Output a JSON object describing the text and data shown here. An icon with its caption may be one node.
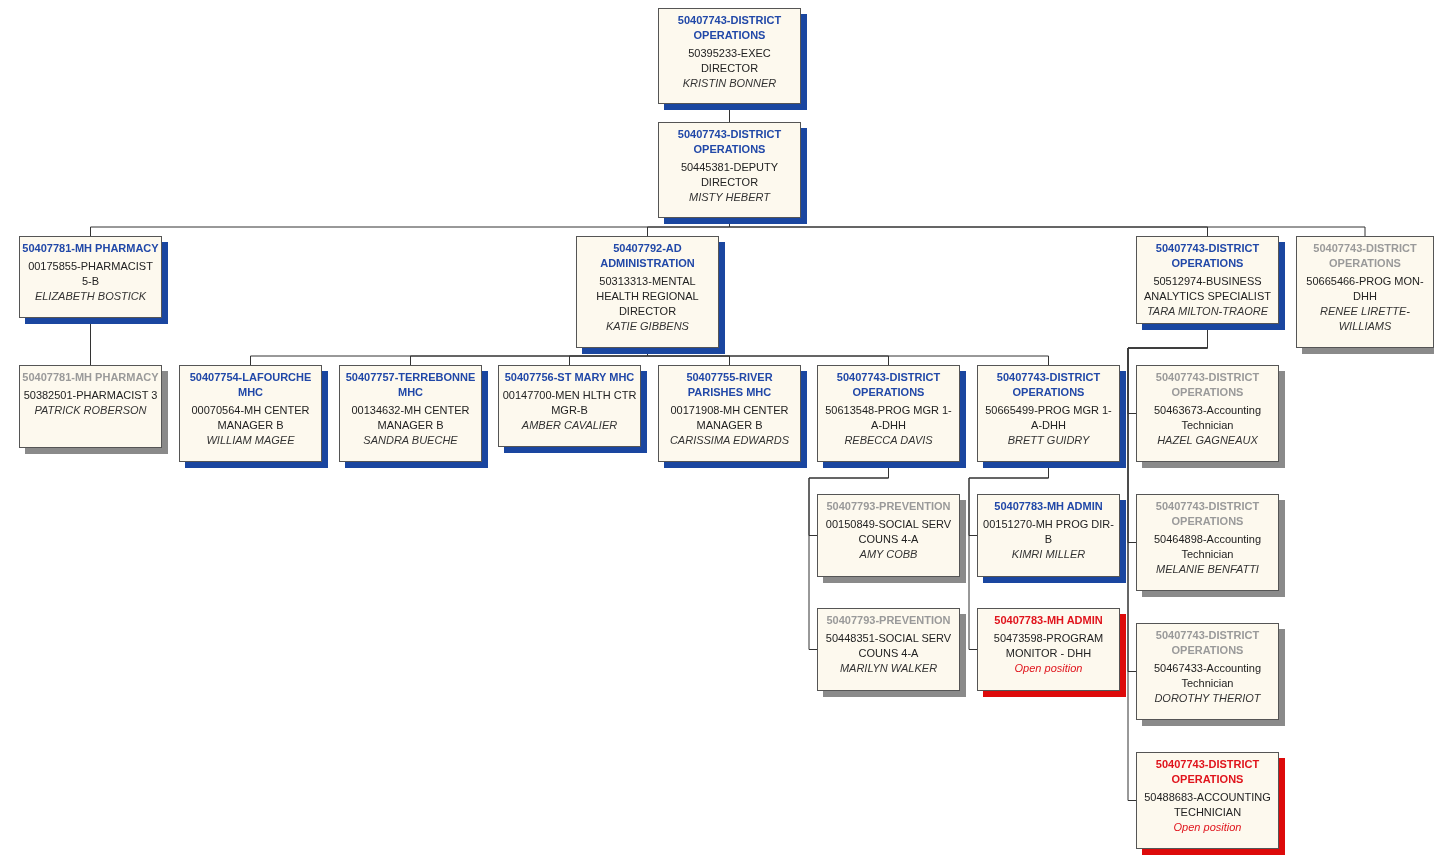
{
  "diagram": {
    "nodes": [
      {
        "text": [
          "50407743-DISTRICT OPERATIONS",
          "50395233-EXEC DIRECTOR",
          "KRISTIN BONNER"
        ]
      },
      {
        "text": [
          "50407743-DISTRICT OPERATIONS",
          "50445381-DEPUTY DIRECTOR",
          "MISTY HEBERT"
        ]
      },
      {
        "text": [
          "50407781-MH PHARMACY",
          "00175855-PHARMACIST 5-B",
          "ELIZABETH BOSTICK"
        ]
      },
      {
        "text": [
          "50407792-AD ADMINISTRATION",
          "50313313-MENTAL HEALTH REGIONAL DIRECTOR",
          "KATIE GIBBENS"
        ]
      },
      {
        "text": [
          "50407743-DISTRICT OPERATIONS",
          "50512974-BUSINESS ANALYTICS SPECIALIST",
          "TARA MILTON-TRAORE"
        ]
      },
      {
        "text": [
          "50407743-DISTRICT OPERATIONS",
          "50665466-PROG MON-DHH",
          "RENEE LIRETTE-WILLIAMS"
        ]
      },
      {
        "text": [
          "50407781-MH PHARMACY",
          "50382501-PHARMACIST 3",
          "PATRICK ROBERSON"
        ]
      },
      {
        "text": [
          "50407754-LAFOURCHE MHC",
          "00070564-MH CENTER MANAGER B",
          "WILLIAM MAGEE"
        ]
      },
      {
        "text": [
          "50407757-TERREBONNE MHC",
          "00134632-MH CENTER MANAGER B",
          "SANDRA BUECHE"
        ]
      },
      {
        "text": [
          "50407756-ST MARY MHC",
          "00147700-MEN HLTH CTR MGR-B",
          "AMBER CAVALIER"
        ]
      },
      {
        "text": [
          "50407755-RIVER PARISHES MHC",
          "00171908-MH CENTER MANAGER B",
          "CARISSIMA EDWARDS"
        ]
      },
      {
        "text": [
          "50407743-DISTRICT OPERATIONS",
          "50613548-PROG MGR 1-A-DHH",
          "REBECCA DAVIS"
        ]
      },
      {
        "text": [
          "50407743-DISTRICT OPERATIONS",
          "50665499-PROG MGR 1-A-DHH",
          "BRETT GUIDRY"
        ]
      },
      {
        "text": [
          "50407743-DISTRICT OPERATIONS",
          "50463673-Accounting Technician",
          "HAZEL GAGNEAUX"
        ]
      },
      {
        "text": [
          "50407793-PREVENTION",
          "00150849-SOCIAL SERV COUNS 4-A",
          "AMY COBB"
        ]
      },
      {
        "text": [
          "50407783-MH ADMIN",
          "00151270-MH PROG DIR-B",
          "KIMRI MILLER"
        ]
      },
      {
        "text": [
          "50407743-DISTRICT OPERATIONS",
          "50464898-Accounting Technician",
          "MELANIE BENFATTI"
        ]
      },
      {
        "text": [
          "50407793-PREVENTION",
          "50448351-SOCIAL SERV COUNS 4-A",
          "MARILYN WALKER"
        ]
      },
      {
        "text": [
          "50407783-MH ADMIN",
          "50473598-PROGRAM MONITOR - DHH",
          "Open position"
        ]
      },
      {
        "text": [
          "50407743-DISTRICT OPERATIONS",
          "50467433-Accounting Technician",
          "DOROTHY THERIOT"
        ]
      },
      {
        "text": [
          "50407743-DISTRICT OPERATIONS",
          "50488683-ACCOUNTING TECHNICIAN",
          "Open position"
        ]
      }
    ],
    "edges": [
      {
        "from": 0,
        "to": 1,
        "arrow": "none"
      },
      {
        "from": 1,
        "to": 2,
        "arrow": "none"
      },
      {
        "from": 1,
        "to": 3,
        "arrow": "none"
      },
      {
        "from": 1,
        "to": 4,
        "arrow": "none"
      },
      {
        "from": 1,
        "to": 5,
        "arrow": "none"
      },
      {
        "from": 2,
        "to": 6,
        "arrow": "none"
      },
      {
        "from": 3,
        "to": 7,
        "arrow": "none"
      },
      {
        "from": 3,
        "to": 8,
        "arrow": "none"
      },
      {
        "from": 3,
        "to": 9,
        "arrow": "none"
      },
      {
        "from": 3,
        "to": 10,
        "arrow": "none"
      },
      {
        "from": 3,
        "to": 11,
        "arrow": "none"
      },
      {
        "from": 3,
        "to": 12,
        "arrow": "none"
      },
      {
        "from": 11,
        "to": 14,
        "arrow": "none"
      },
      {
        "from": 11,
        "to": 17,
        "arrow": "none"
      },
      {
        "from": 12,
        "to": 15,
        "arrow": "none"
      },
      {
        "from": 12,
        "to": 18,
        "arrow": "none"
      },
      {
        "from": 4,
        "to": 13,
        "arrow": "none"
      },
      {
        "from": 4,
        "to": 16,
        "arrow": "none"
      },
      {
        "from": 4,
        "to": 19,
        "arrow": "none"
      },
      {
        "from": 4,
        "to": 20,
        "arrow": "none"
      }
    ]
  }
}
